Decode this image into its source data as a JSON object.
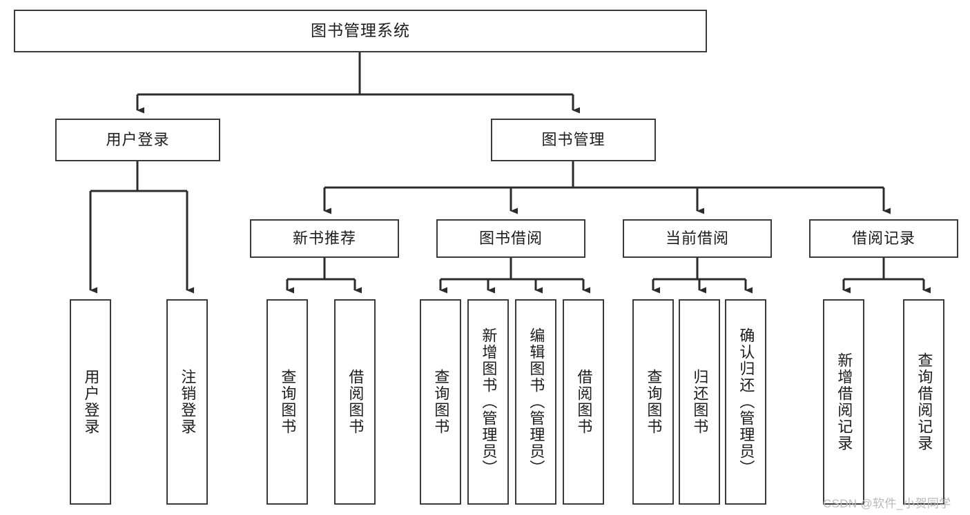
{
  "diagram": {
    "type": "tree-hierarchy",
    "title": "图书管理系统",
    "orientation": "top-down",
    "watermark": "CSDN @软件_小贺同学",
    "colors": {
      "box_border": "#3a3a3a",
      "box_fill": "#ffffff",
      "connector": "#2b2b2b",
      "text": "#1c1c1c",
      "watermark": "#b9b9b9",
      "background": "#ffffff"
    },
    "root": {
      "label": "图书管理系统"
    },
    "level2": [
      {
        "id": "user-login",
        "label": "用户登录"
      },
      {
        "id": "book-management",
        "label": "图书管理"
      }
    ],
    "level3": [
      {
        "id": "new-book-recommend",
        "label": "新书推荐",
        "parent": "book-management"
      },
      {
        "id": "book-borrow",
        "label": "图书借阅",
        "parent": "book-management"
      },
      {
        "id": "current-borrow",
        "label": "当前借阅",
        "parent": "book-management"
      },
      {
        "id": "borrow-record",
        "label": "借阅记录",
        "parent": "book-management"
      }
    ],
    "leaves": {
      "user-login": [
        {
          "id": "leaf-user-login",
          "label": "用户登录"
        },
        {
          "id": "leaf-user-logout",
          "label": "注销登录"
        }
      ],
      "new-book-recommend": [
        {
          "id": "leaf-query-book-1",
          "label": "查询图书"
        },
        {
          "id": "leaf-borrow-book-1",
          "label": "借阅图书"
        }
      ],
      "book-borrow": [
        {
          "id": "leaf-query-book-2",
          "label": "查询图书"
        },
        {
          "id": "leaf-add-book",
          "label": "新增图书（管理员）"
        },
        {
          "id": "leaf-edit-book",
          "label": "编辑图书（管理员）"
        },
        {
          "id": "leaf-borrow-book-2",
          "label": "借阅图书"
        }
      ],
      "current-borrow": [
        {
          "id": "leaf-query-book-3",
          "label": "查询图书"
        },
        {
          "id": "leaf-return-book",
          "label": "归还图书"
        },
        {
          "id": "leaf-confirm-return",
          "label": "确认归还（管理员）"
        }
      ],
      "borrow-record": [
        {
          "id": "leaf-add-record",
          "label": "新增借阅记录"
        },
        {
          "id": "leaf-query-record",
          "label": "查询借阅记录"
        }
      ]
    }
  }
}
